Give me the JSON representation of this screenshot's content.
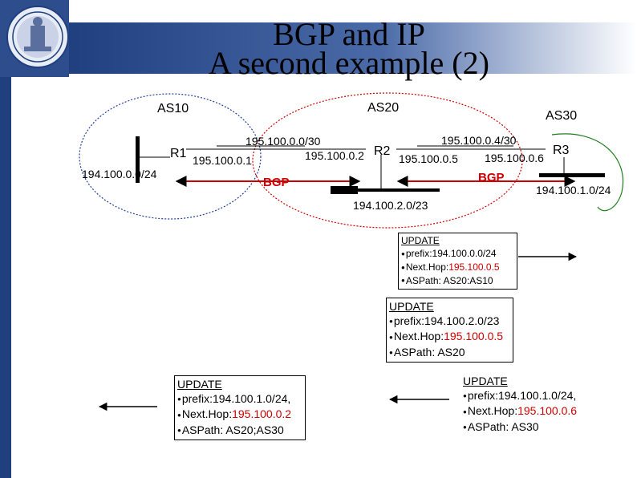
{
  "title": {
    "line1": "BGP and IP",
    "line2": "A second example (2)"
  },
  "colors": {
    "accent_red": "#cc0000",
    "banner_blue": "#1f3f7f",
    "as10_circle": "#2040a0",
    "as20_circle": "#d00000",
    "as30_curve": "#208020"
  },
  "icons": {
    "logo": "university-seal-icon"
  },
  "network": {
    "as10": {
      "label": "AS10",
      "prefix": "194.100.0.0/24"
    },
    "as20": {
      "label": "AS20",
      "prefix": "194.100.2.0/23"
    },
    "as30": {
      "label": "AS30",
      "prefix": "194.100.1.0/24"
    },
    "r1": {
      "label": "R1",
      "ip": "195.100.0.1"
    },
    "r2": {
      "label": "R2",
      "ip_left": "195.100.0.2",
      "ip_right": "195.100.0.5"
    },
    "r3": {
      "label": "R3",
      "ip": "195.100.0.6"
    },
    "link_left": {
      "subnet": "195.100.0.0/30",
      "session": "BGP"
    },
    "link_right": {
      "subnet": "195.100.0.4/30",
      "session": "BGP"
    }
  },
  "updates": [
    {
      "title": "UPDATE",
      "prefix_label": "prefix:",
      "prefix": "194.100.0.0/24",
      "nexthop_label": "Next.Hop:",
      "nexthop": "195.100.0.5",
      "aspath_label": "ASPath:",
      "aspath": "AS20:AS10"
    },
    {
      "title": "UPDATE",
      "prefix_label": "prefix:",
      "prefix": "194.100.2.0/23",
      "nexthop_label": "Next.Hop:",
      "nexthop": "195.100.0.5",
      "aspath_label": "ASPath:",
      "aspath": "AS20"
    },
    {
      "title": "UPDATE",
      "prefix_label": "prefix:",
      "prefix": "194.100.1.0/24,",
      "nexthop_label": "Next.Hop:",
      "nexthop": "195.100.0.2",
      "aspath_label": "ASPath:",
      "aspath": "AS20;AS30"
    },
    {
      "title": "UPDATE",
      "prefix_label": "prefix:",
      "prefix": "194.100.1.0/24,",
      "nexthop_label": "Next.Hop:",
      "nexthop": "195.100.0.6",
      "aspath_label": "ASPath:",
      "aspath": "AS30"
    }
  ]
}
